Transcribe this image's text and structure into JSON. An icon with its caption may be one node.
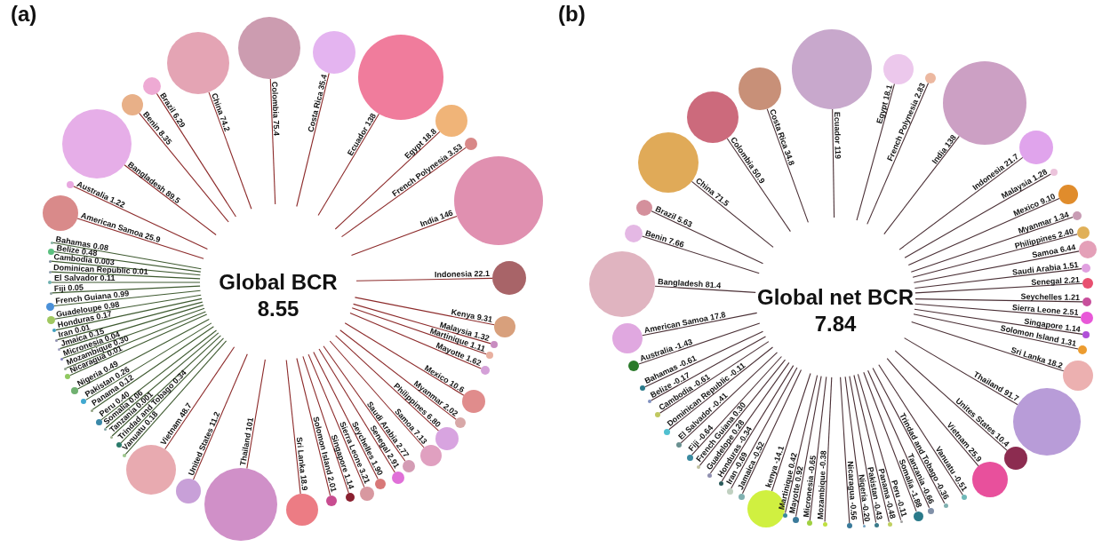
{
  "diagram": {
    "nodes": [
      {
        "text": [
          "Global BCR",
          "8.55"
        ]
      },
      {
        "text": [],
        "shape": "circle"
      },
      {
        "text": [],
        "shape": "circle"
      },
      {
        "text": [],
        "shape": "circle"
      },
      {
        "text": [],
        "shape": "circle"
      },
      {
        "text": [],
        "shape": "circle"
      },
      {
        "text": [],
        "shape": "circle"
      },
      {
        "text": [],
        "shape": "circle"
      },
      {
        "text": [],
        "shape": "circle"
      },
      {
        "text": [],
        "shape": "circle"
      },
      {
        "text": [],
        "shape": "circle"
      },
      {
        "text": [],
        "shape": "circle"
      },
      {
        "text": [],
        "shape": "circle"
      },
      {
        "text": [],
        "shape": "circle"
      },
      {
        "text": [],
        "shape": "circle"
      },
      {
        "text": [],
        "shape": "circle"
      },
      {
        "text": [],
        "shape": "circle"
      },
      {
        "text": [],
        "shape": "circle"
      },
      {
        "text": [],
        "shape": "circle"
      },
      {
        "text": [],
        "shape": "circle"
      },
      {
        "text": [],
        "shape": "circle"
      },
      {
        "text": [],
        "shape": "circle"
      },
      {
        "text": [],
        "shape": "circle"
      },
      {
        "text": [],
        "shape": "circle"
      },
      {
        "text": [],
        "shape": "circle"
      },
      {
        "text": [],
        "shape": "circle"
      },
      {
        "text": [],
        "shape": "circle"
      },
      {
        "text": [],
        "shape": "circle"
      },
      {
        "text": [],
        "shape": "circle"
      },
      {
        "text": [],
        "shape": "circle"
      },
      {
        "text": [],
        "shape": "circle"
      },
      {
        "text": [],
        "shape": "circle"
      },
      {
        "text": [],
        "shape": "circle"
      },
      {
        "text": [],
        "shape": "circle"
      },
      {
        "text": [],
        "shape": "circle"
      },
      {
        "text": [],
        "shape": "circle"
      },
      {
        "text": [],
        "shape": "circle"
      },
      {
        "text": [],
        "shape": "circle"
      },
      {
        "text": [],
        "shape": "circle"
      },
      {
        "text": [],
        "shape": "circle"
      },
      {
        "text": [],
        "shape": "circle"
      },
      {
        "text": [],
        "shape": "circle"
      },
      {
        "text": [],
        "shape": "circle"
      },
      {
        "text": [],
        "shape": "circle"
      },
      {
        "text": [],
        "shape": "circle"
      },
      {
        "text": [],
        "shape": "circle"
      },
      {
        "text": [],
        "shape": "circle"
      },
      {
        "text": [],
        "shape": "circle"
      },
      {
        "text": [],
        "shape": "circle"
      },
      {
        "text": [],
        "shape": "circle"
      },
      {
        "text": [],
        "shape": "circle"
      },
      {
        "text": [],
        "shape": "circle"
      },
      {
        "text": [],
        "shape": "circle"
      },
      {
        "text": [],
        "shape": "circle"
      },
      {
        "text": [
          "Global net BCR",
          "7.84"
        ]
      },
      {
        "text": [],
        "shape": "circle"
      },
      {
        "text": [],
        "shape": "circle"
      },
      {
        "text": [],
        "shape": "circle"
      },
      {
        "text": [],
        "shape": "circle"
      },
      {
        "text": [],
        "shape": "circle"
      },
      {
        "text": [],
        "shape": "circle"
      },
      {
        "text": [],
        "shape": "circle"
      },
      {
        "text": [],
        "shape": "circle"
      },
      {
        "text": [],
        "shape": "circle"
      },
      {
        "text": [],
        "shape": "circle"
      },
      {
        "text": [],
        "shape": "circle"
      },
      {
        "text": [],
        "shape": "circle"
      },
      {
        "text": [],
        "shape": "circle"
      },
      {
        "text": [],
        "shape": "circle"
      },
      {
        "text": [],
        "shape": "circle"
      },
      {
        "text": [],
        "shape": "circle"
      },
      {
        "text": [],
        "shape": "circle"
      },
      {
        "text": [],
        "shape": "circle"
      },
      {
        "text": [],
        "shape": "circle"
      },
      {
        "text": [],
        "shape": "circle"
      },
      {
        "text": [],
        "shape": "circle"
      },
      {
        "text": [],
        "shape": "circle"
      },
      {
        "text": [],
        "shape": "circle"
      },
      {
        "text": [],
        "shape": "circle"
      },
      {
        "text": [],
        "shape": "circle"
      },
      {
        "text": [],
        "shape": "circle"
      },
      {
        "text": [],
        "shape": "circle"
      },
      {
        "text": [],
        "shape": "circle"
      },
      {
        "text": [],
        "shape": "circle"
      },
      {
        "text": [],
        "shape": "circle"
      },
      {
        "text": [],
        "shape": "circle"
      },
      {
        "text": [],
        "shape": "circle"
      },
      {
        "text": [],
        "shape": "circle"
      },
      {
        "text": [],
        "shape": "circle"
      },
      {
        "text": [],
        "shape": "circle"
      },
      {
        "text": [],
        "shape": "circle"
      },
      {
        "text": [],
        "shape": "circle"
      },
      {
        "text": [],
        "shape": "circle"
      },
      {
        "text": [],
        "shape": "circle"
      },
      {
        "text": [],
        "shape": "circle"
      },
      {
        "text": [],
        "shape": "circle"
      },
      {
        "text": [],
        "shape": "circle"
      },
      {
        "text": [],
        "shape": "circle"
      },
      {
        "text": [],
        "shape": "circle"
      },
      {
        "text": [],
        "shape": "circle"
      },
      {
        "text": [],
        "shape": "circle"
      },
      {
        "text": [],
        "shape": "circle"
      },
      {
        "text": [],
        "shape": "circle"
      },
      {
        "text": [],
        "shape": "circle"
      },
      {
        "text": [],
        "shape": "circle"
      },
      {
        "text": [],
        "shape": "circle"
      },
      {
        "text": [],
        "shape": "circle"
      },
      {
        "text": [],
        "shape": "circle"
      }
    ],
    "edges": [
      {
        "from": 0,
        "to": 1,
        "arrow": "none",
        "label": "Australia 1.22",
        "color": "#8c2a2a"
      },
      {
        "from": 0,
        "to": 2,
        "arrow": "none",
        "label": "American Samoa 25.9",
        "color": "#8c2a2a"
      },
      {
        "from": 0,
        "to": 3,
        "arrow": "none",
        "label": "Bangladesh 89.5",
        "color": "#8c2a2a"
      },
      {
        "from": 0,
        "to": 4,
        "arrow": "none",
        "label": "Benin 8.35",
        "color": "#8c2a2a"
      },
      {
        "from": 0,
        "to": 5,
        "arrow": "none",
        "label": "Brazil 6.29",
        "color": "#8c2a2a"
      },
      {
        "from": 0,
        "to": 6,
        "arrow": "none",
        "label": "China 74.2",
        "color": "#8c2a2a"
      },
      {
        "from": 0,
        "to": 7,
        "arrow": "none",
        "label": "Colombia 75.4",
        "color": "#8c2a2a"
      },
      {
        "from": 0,
        "to": 8,
        "arrow": "none",
        "label": "Costa Rica 35.4",
        "color": "#8c2a2a"
      },
      {
        "from": 0,
        "to": 9,
        "arrow": "none",
        "label": "Ecuador 138",
        "color": "#8c2a2a"
      },
      {
        "from": 0,
        "to": 10,
        "arrow": "none",
        "label": "Egypt 18.8",
        "color": "#8c2a2a"
      },
      {
        "from": 0,
        "to": 11,
        "arrow": "none",
        "label": "French Polynesia 3.53",
        "color": "#8c2a2a"
      },
      {
        "from": 0,
        "to": 12,
        "arrow": "none",
        "label": "India 146",
        "color": "#8c2a2a"
      },
      {
        "from": 0,
        "to": 13,
        "arrow": "none",
        "label": "Indonesia 22.1",
        "color": "#8c2a2a"
      },
      {
        "from": 0,
        "to": 14,
        "arrow": "none",
        "label": "Kenya 9.31",
        "color": "#8c2a2a"
      },
      {
        "from": 0,
        "to": 15,
        "arrow": "none",
        "label": "Malaysia 1.32",
        "color": "#8c2a2a"
      },
      {
        "from": 0,
        "to": 16,
        "arrow": "none",
        "label": "Martinique 1.11",
        "color": "#8c2a2a"
      },
      {
        "from": 0,
        "to": 17,
        "arrow": "none",
        "label": "Mayotte 1.62",
        "color": "#8c2a2a"
      },
      {
        "from": 0,
        "to": 18,
        "arrow": "none",
        "label": "Mexico 10.6",
        "color": "#8c2a2a"
      },
      {
        "from": 0,
        "to": 19,
        "arrow": "none",
        "label": "Myanmar 2.02",
        "color": "#8c2a2a"
      },
      {
        "from": 0,
        "to": 20,
        "arrow": "none",
        "label": "Philippines 6.80",
        "color": "#8c2a2a"
      },
      {
        "from": 0,
        "to": 21,
        "arrow": "none",
        "label": "Samoa 7.13",
        "color": "#8c2a2a"
      },
      {
        "from": 0,
        "to": 22,
        "arrow": "none",
        "label": "Saudi Arabia 2.77",
        "color": "#8c2a2a"
      },
      {
        "from": 0,
        "to": 23,
        "arrow": "none",
        "label": "Senegal 2.91",
        "color": "#8c2a2a"
      },
      {
        "from": 0,
        "to": 24,
        "arrow": "none",
        "label": "Seychelles 1.90",
        "color": "#8c2a2a"
      },
      {
        "from": 0,
        "to": 25,
        "arrow": "none",
        "label": "Sierra Leone 3.21",
        "color": "#8c2a2a"
      },
      {
        "from": 0,
        "to": 26,
        "arrow": "none",
        "label": "Singapore 1.14",
        "color": "#8c2a2a"
      },
      {
        "from": 0,
        "to": 27,
        "arrow": "none",
        "label": "Solomon Island 2.01",
        "color": "#8c2a2a"
      },
      {
        "from": 0,
        "to": 28,
        "arrow": "none",
        "label": "Sri Lanka 18.9",
        "color": "#8c2a2a"
      },
      {
        "from": 0,
        "to": 29,
        "arrow": "none",
        "label": "Thailand 101",
        "color": "#8c2a2a"
      },
      {
        "from": 0,
        "to": 30,
        "arrow": "none",
        "label": "United States 11.2",
        "color": "#8c2a2a"
      },
      {
        "from": 0,
        "to": 31,
        "arrow": "none",
        "label": "Vietnam 48.7",
        "color": "#8c2a2a"
      },
      {
        "from": 0,
        "to": 32,
        "arrow": "none",
        "label": "Bahamas 0.08",
        "color": "#3e5a30"
      },
      {
        "from": 0,
        "to": 33,
        "arrow": "none",
        "label": "Belize 0.48",
        "color": "#3e5a30"
      },
      {
        "from": 0,
        "to": 34,
        "arrow": "none",
        "label": "Cambodia 0.003",
        "color": "#3e5a30"
      },
      {
        "from": 0,
        "to": 35,
        "arrow": "none",
        "label": "Dominican Republic 0.01",
        "color": "#3e5a30"
      },
      {
        "from": 0,
        "to": 36,
        "arrow": "none",
        "label": "El Salvador 0.11",
        "color": "#3e5a30"
      },
      {
        "from": 0,
        "to": 37,
        "arrow": "none",
        "label": "Fiji 0.05",
        "color": "#3e5a30"
      },
      {
        "from": 0,
        "to": 38,
        "arrow": "none",
        "label": "French Guiana 0.99",
        "color": "#3e5a30"
      },
      {
        "from": 0,
        "to": 39,
        "arrow": "none",
        "label": "Guadeloupe 0.98",
        "color": "#3e5a30"
      },
      {
        "from": 0,
        "to": 40,
        "arrow": "none",
        "label": "Honduras 0.17",
        "color": "#3e5a30"
      },
      {
        "from": 0,
        "to": 41,
        "arrow": "none",
        "label": "Iran 0.01",
        "color": "#3e5a30"
      },
      {
        "from": 0,
        "to": 42,
        "arrow": "none",
        "label": "Jmaica 0.15",
        "color": "#3e5a30"
      },
      {
        "from": 0,
        "to": 43,
        "arrow": "none",
        "label": "Micronesia 0.04",
        "color": "#3e5a30"
      },
      {
        "from": 0,
        "to": 44,
        "arrow": "none",
        "label": "Mozambique 0.30",
        "color": "#3e5a30"
      },
      {
        "from": 0,
        "to": 45,
        "arrow": "none",
        "label": "Nicaragua 0.01",
        "color": "#3e5a30"
      },
      {
        "from": 0,
        "to": 46,
        "arrow": "none",
        "label": "Nigeria 0.49",
        "color": "#3e5a30"
      },
      {
        "from": 0,
        "to": 47,
        "arrow": "none",
        "label": "Pakistan 0.26",
        "color": "#3e5a30"
      },
      {
        "from": 0,
        "to": 48,
        "arrow": "none",
        "label": "Panama 0.12",
        "color": "#3e5a30"
      },
      {
        "from": 0,
        "to": 49,
        "arrow": "none",
        "label": "Peru 0.40",
        "color": "#3e5a30"
      },
      {
        "from": 0,
        "to": 50,
        "arrow": "none",
        "label": "Somalia 0.06",
        "color": "#3e5a30"
      },
      {
        "from": 0,
        "to": 51,
        "arrow": "none",
        "label": "Tanzania 0.001",
        "color": "#3e5a30"
      },
      {
        "from": 0,
        "to": 52,
        "arrow": "none",
        "label": "Trindad and Tobago 0.34",
        "color": "#3e5a30"
      },
      {
        "from": 0,
        "to": 53,
        "arrow": "none",
        "label": "Vanuatu 0.18",
        "color": "#3e5a30"
      },
      {
        "from": 54,
        "to": 55,
        "arrow": "none",
        "label": "Bangladesh 81.4"
      },
      {
        "from": 54,
        "to": 56,
        "arrow": "none",
        "label": "Brazil 5.63"
      },
      {
        "from": 54,
        "to": 57,
        "arrow": "none",
        "label": "Benin 7.66"
      },
      {
        "from": 54,
        "to": 58,
        "arrow": "none",
        "label": "China 71.5"
      },
      {
        "from": 54,
        "to": 59,
        "arrow": "none",
        "label": "Colombia 50.9"
      },
      {
        "from": 54,
        "to": 60,
        "arrow": "none",
        "label": "Costa Rica 34.8"
      },
      {
        "from": 54,
        "to": 61,
        "arrow": "none",
        "label": "Ecuador 119"
      },
      {
        "from": 54,
        "to": 62,
        "arrow": "none",
        "label": "Egypt 18.1"
      },
      {
        "from": 54,
        "to": 63,
        "arrow": "none",
        "label": "French Polynesia 2.83"
      },
      {
        "from": 54,
        "to": 64,
        "arrow": "none",
        "label": "India 138"
      },
      {
        "from": 54,
        "to": 65,
        "arrow": "none",
        "label": "Indonesia 21.7"
      },
      {
        "from": 54,
        "to": 66,
        "arrow": "none",
        "label": "Malaysia 1.28"
      },
      {
        "from": 54,
        "to": 67,
        "arrow": "none",
        "label": "Mexico 9.10"
      },
      {
        "from": 54,
        "to": 68,
        "arrow": "none",
        "label": "Myanmar 1.34"
      },
      {
        "from": 54,
        "to": 69,
        "arrow": "none",
        "label": "Philippines 2.40"
      },
      {
        "from": 54,
        "to": 70,
        "arrow": "none",
        "label": "Samoa 6.44"
      },
      {
        "from": 54,
        "to": 71,
        "arrow": "none",
        "label": "Saudi Arabia 1.51"
      },
      {
        "from": 54,
        "to": 72,
        "arrow": "none",
        "label": "Senegal 2.21"
      },
      {
        "from": 54,
        "to": 73,
        "arrow": "none",
        "label": "Seychelles 1.21"
      },
      {
        "from": 54,
        "to": 74,
        "arrow": "none",
        "label": "Sierra Leone 2.51"
      },
      {
        "from": 54,
        "to": 75,
        "arrow": "none",
        "label": "Singapore 1.14"
      },
      {
        "from": 54,
        "to": 76,
        "arrow": "none",
        "label": "Solomon Island 1.31"
      },
      {
        "from": 54,
        "to": 77,
        "arrow": "none",
        "label": "Sri Lanka 18.2"
      },
      {
        "from": 54,
        "to": 78,
        "arrow": "none",
        "label": "Thailand 91.7"
      },
      {
        "from": 54,
        "to": 79,
        "arrow": "none",
        "label": "Unites States 10.4"
      },
      {
        "from": 54,
        "to": 80,
        "arrow": "none",
        "label": "Vietnam 25.9"
      },
      {
        "from": 54,
        "to": 81,
        "arrow": "none",
        "label": "American Samoa 17.8"
      },
      {
        "from": 54,
        "to": 82,
        "arrow": "none",
        "label": "Australia -1.43"
      },
      {
        "from": 54,
        "to": 83,
        "arrow": "none",
        "label": "Bahamas -0.61"
      },
      {
        "from": 54,
        "to": 84,
        "arrow": "none",
        "label": "Belize -0.17"
      },
      {
        "from": 54,
        "to": 85,
        "arrow": "none",
        "label": "Cambodia -0.61"
      },
      {
        "from": 54,
        "to": 86,
        "arrow": "none",
        "label": "Dominican Republic -0.11"
      },
      {
        "from": 54,
        "to": 87,
        "arrow": "none",
        "label": "El Salvador -0.41"
      },
      {
        "from": 54,
        "to": 88,
        "arrow": "none",
        "label": "Fiji -0.64"
      },
      {
        "from": 54,
        "to": 89,
        "arrow": "none",
        "label": "French Guiana 0.30"
      },
      {
        "from": 54,
        "to": 90,
        "arrow": "none",
        "label": "Guadelope 0.28"
      },
      {
        "from": 54,
        "to": 91,
        "arrow": "none",
        "label": "Honduras -0.34"
      },
      {
        "from": 54,
        "to": 92,
        "arrow": "none",
        "label": "Iran -0.69"
      },
      {
        "from": 54,
        "to": 93,
        "arrow": "none",
        "label": "Jamaica -0.52"
      },
      {
        "from": 54,
        "to": 94,
        "arrow": "none",
        "label": "kenya -14.1"
      },
      {
        "from": 54,
        "to": 95,
        "arrow": "none",
        "label": "Martinique 0.42"
      },
      {
        "from": 54,
        "to": 96,
        "arrow": "none",
        "label": "Mayotte 0.92"
      },
      {
        "from": 54,
        "to": 97,
        "arrow": "none",
        "label": "Micronesia -0.65"
      },
      {
        "from": 54,
        "to": 98,
        "arrow": "none",
        "label": "Mozambique -0.38"
      },
      {
        "from": 54,
        "to": 99,
        "arrow": "none",
        "label": "Nicaragua -0.56"
      },
      {
        "from": 54,
        "to": 100,
        "arrow": "none",
        "label": "Nigeria -0.20"
      },
      {
        "from": 54,
        "to": 101,
        "arrow": "none",
        "label": "Pakistan -0.43"
      },
      {
        "from": 54,
        "to": 102,
        "arrow": "none",
        "label": "Panama -0.48"
      },
      {
        "from": 54,
        "to": 103,
        "arrow": "none",
        "label": "Peru -0.11"
      },
      {
        "from": 54,
        "to": 104,
        "arrow": "none",
        "label": "Somalia -1.88"
      },
      {
        "from": 54,
        "to": 105,
        "arrow": "none",
        "label": "Tanzania -0.66"
      },
      {
        "from": 54,
        "to": 106,
        "arrow": "none",
        "label": "Trindad and Tobago -0.36"
      },
      {
        "from": 54,
        "to": 107,
        "arrow": "none",
        "label": "Vanuatu -0.51"
      }
    ],
    "labels": [
      "(a)",
      "(b)"
    ]
  }
}
